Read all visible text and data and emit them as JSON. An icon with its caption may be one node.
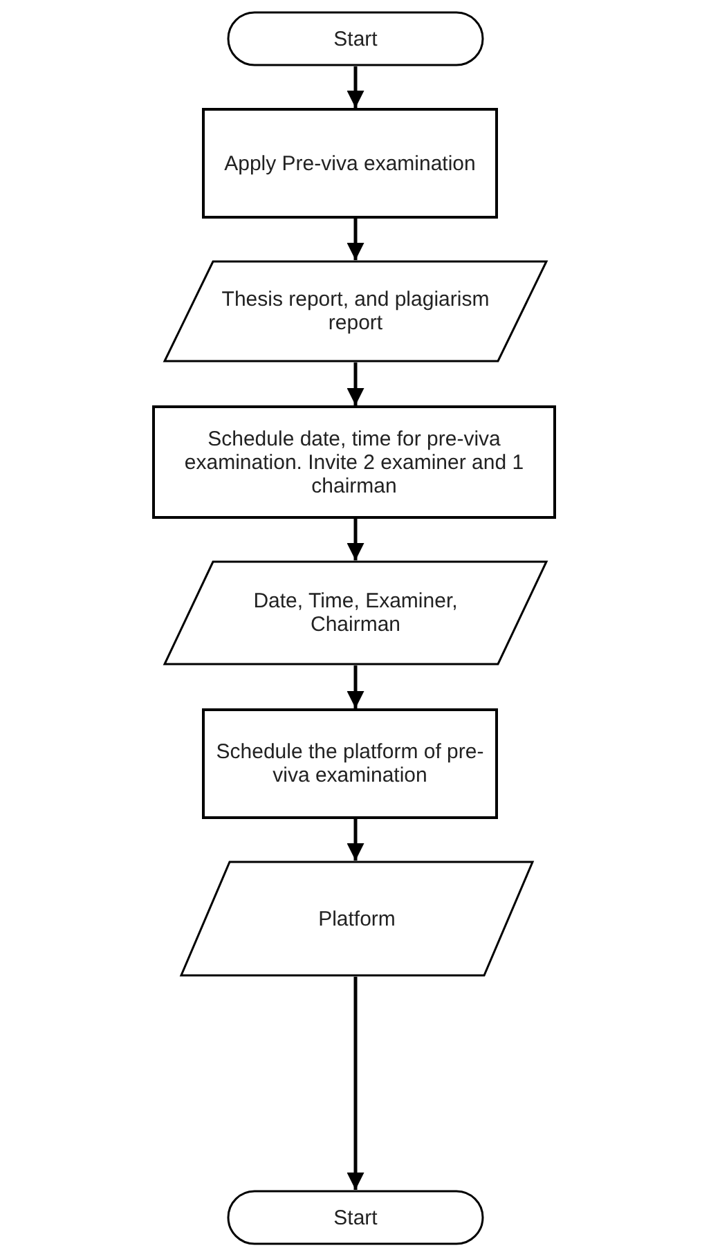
{
  "diagram": {
    "nodes": [
      {
        "text": [
          "Start"
        ]
      },
      {
        "text": [
          "Apply Pre-viva examination"
        ]
      },
      {
        "text": [
          "Thesis report, and plagiarism report"
        ]
      },
      {
        "text": [
          "Schedule date, time for pre-viva examination. Invite 2 examiner and 1 chairman"
        ]
      },
      {
        "text": [
          "Date, Time, Examiner, Chairman"
        ]
      },
      {
        "text": [
          "Schedule the platform of pre-viva examination"
        ]
      },
      {
        "text": [
          "Platform"
        ]
      },
      {
        "text": [
          "Start"
        ]
      }
    ],
    "edges": [
      {
        "from": 0,
        "to": 1,
        "arrow": "to"
      },
      {
        "from": 1,
        "to": 2,
        "arrow": "to"
      },
      {
        "from": 2,
        "to": 3,
        "arrow": "to"
      },
      {
        "from": 3,
        "to": 4,
        "arrow": "to"
      },
      {
        "from": 4,
        "to": 5,
        "arrow": "to"
      },
      {
        "from": 5,
        "to": 6,
        "arrow": "to"
      },
      {
        "from": 6,
        "to": 7,
        "arrow": "to"
      }
    ]
  }
}
